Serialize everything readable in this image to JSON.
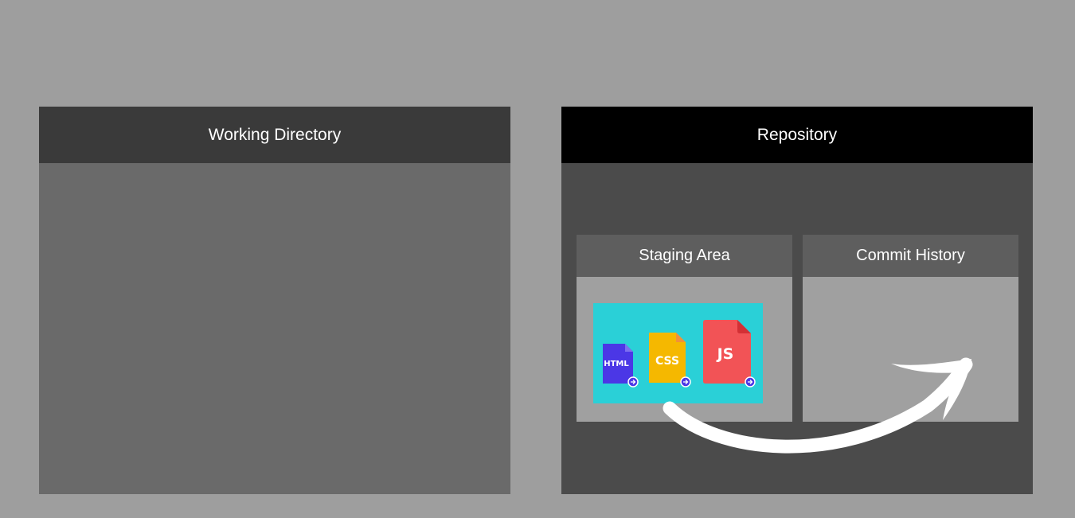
{
  "working_directory": {
    "title": "Working Directory"
  },
  "repository": {
    "title": "Repository",
    "staging_area": {
      "title": "Staging Area",
      "files": [
        {
          "label": "HTML",
          "color": "#4b37e6",
          "fold_color": "#7d6ff0"
        },
        {
          "label": "CSS",
          "color": "#f5b800",
          "fold_color": "#f0913a"
        },
        {
          "label": "JS",
          "color": "#f25356",
          "fold_color": "#d33035"
        }
      ]
    },
    "commit_history": {
      "title": "Commit History"
    }
  },
  "arrow": {
    "icon": "curved-arrow-icon",
    "color": "#ffffff"
  }
}
